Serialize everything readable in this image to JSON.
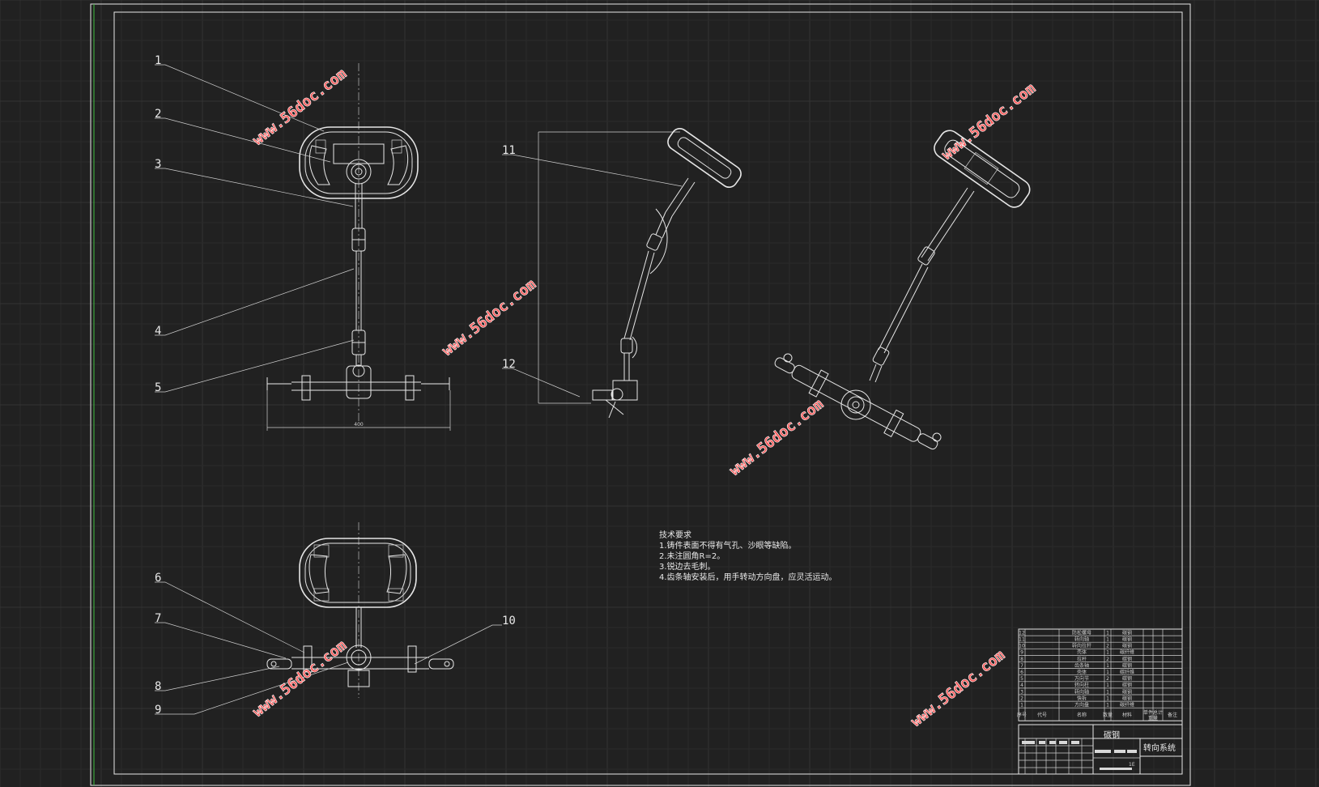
{
  "drawing": {
    "title_cn": "转向系统",
    "material": "碳钢",
    "scale_mark": "1E",
    "dimension_top": "400"
  },
  "callouts": [
    "1",
    "2",
    "3",
    "4",
    "5",
    "6",
    "7",
    "8",
    "9",
    "10",
    "11",
    "12"
  ],
  "watermark": "www.56doc.com",
  "tech_requirements": {
    "heading": "技术要求",
    "items": [
      "1.铸件表面不得有气孔、沙眼等缺陷。",
      "2.未注圆角R=2。",
      "3.锐边去毛刺。",
      "4.齿条轴安装后，用手转动方向盘，应灵活运动。"
    ]
  },
  "bom": {
    "rows": [
      {
        "no": "12",
        "name": "防松螺母",
        "qty": "1",
        "mat": "碳钢"
      },
      {
        "no": "11",
        "name": "转向轴",
        "qty": "1",
        "mat": "碳钢"
      },
      {
        "no": "10",
        "name": "转向拉杆",
        "qty": "2",
        "mat": "碳钢"
      },
      {
        "no": "9",
        "name": "壳体",
        "qty": "1",
        "mat": "碳纤维"
      },
      {
        "no": "8",
        "name": "拉杆",
        "qty": "2",
        "mat": "碳钢"
      },
      {
        "no": "7",
        "name": "齿条轴",
        "qty": "1",
        "mat": "碳钢"
      },
      {
        "no": "6",
        "name": "壳体",
        "qty": "1",
        "mat": "碳纤维"
      },
      {
        "no": "5",
        "name": "万向节",
        "qty": "2",
        "mat": "碳钢"
      },
      {
        "no": "4",
        "name": "转向柱",
        "qty": "1",
        "mat": "碳钢"
      },
      {
        "no": "3",
        "name": "转向轴",
        "qty": "1",
        "mat": "碳钢"
      },
      {
        "no": "2",
        "name": "快拆",
        "qty": "1",
        "mat": "碳钢"
      },
      {
        "no": "1",
        "name": "方向盘",
        "qty": "1",
        "mat": "碳纤维"
      }
    ],
    "header": {
      "no": "序号",
      "code": "代号",
      "name": "名称",
      "qty": "数量",
      "mat": "材料",
      "unit_weight": "单件",
      "total_weight": "总计",
      "weight": "重量",
      "remark": "备注"
    }
  }
}
